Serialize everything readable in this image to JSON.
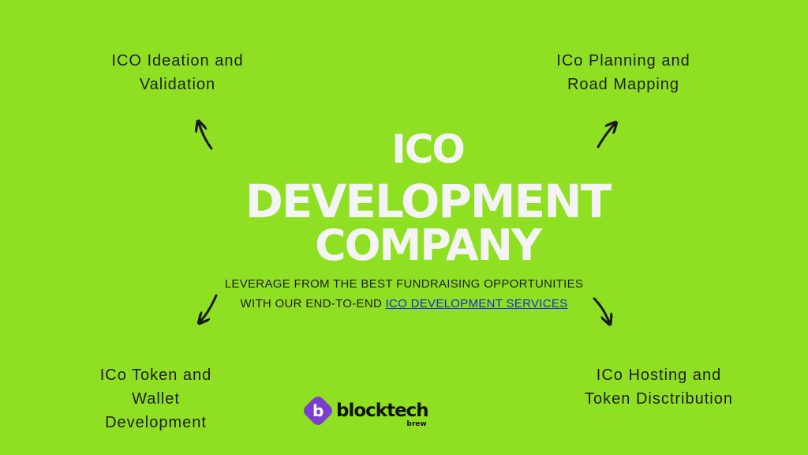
{
  "steps": {
    "top_left": "ICO Ideation  and\nValidation",
    "top_right": "ICo Planning  and\nRoad  Mapping",
    "bottom_left": "ICo Token  and\nWallet\nDevelopment",
    "bottom_right": "ICo Hosting  and\nToken  Disctribution"
  },
  "title": {
    "line1": "ICO",
    "line2": "DEVELOPMENT",
    "line3": "COMPANY"
  },
  "subtitle": {
    "line1": "LEVERAGE FROM THE BEST FUNDRAISING OPPORTUNITIES",
    "line2_prefix": "WITH OUR END-TO-END ",
    "link": "ICO DEVELOPMENT SERVICES"
  },
  "logo": {
    "name": "blocktech",
    "sub": "brew"
  },
  "colors": {
    "background": "#8fdf22",
    "title": "#f4f4f4",
    "link": "#1a2bd6",
    "logo_mark": "#7a3fd0"
  }
}
